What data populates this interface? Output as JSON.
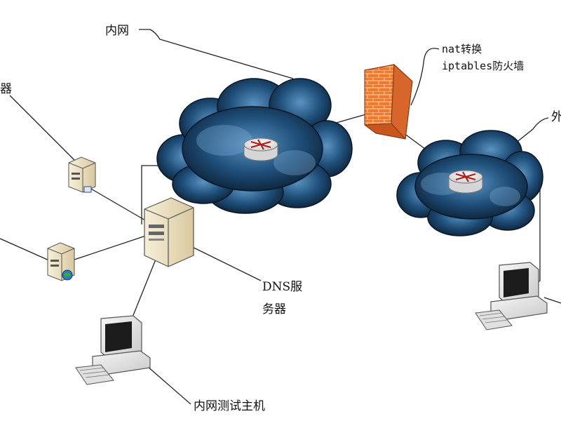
{
  "labels": {
    "intranet": "内网",
    "nat_line1": "nat转换",
    "nat_line2": "iptables防火墙",
    "extranet_partial": "外",
    "server_partial": "器",
    "dns_line1": "DNS服",
    "dns_line2": "务器",
    "test_host": "内网测试主机"
  },
  "colors": {
    "cloud_dark": "#0b1f33",
    "cloud_mid": "#1f4f7a",
    "cloud_light": "#4f88b6",
    "firewall": "#f07a2c",
    "firewall_mortar": "#ffd1ad",
    "server_body": "#efe3c3",
    "monitor_body": "#e9e9e9"
  },
  "icons": [
    "cloud-icon",
    "router-icon",
    "firewall-icon",
    "server-icon",
    "desktop-computer-icon"
  ]
}
